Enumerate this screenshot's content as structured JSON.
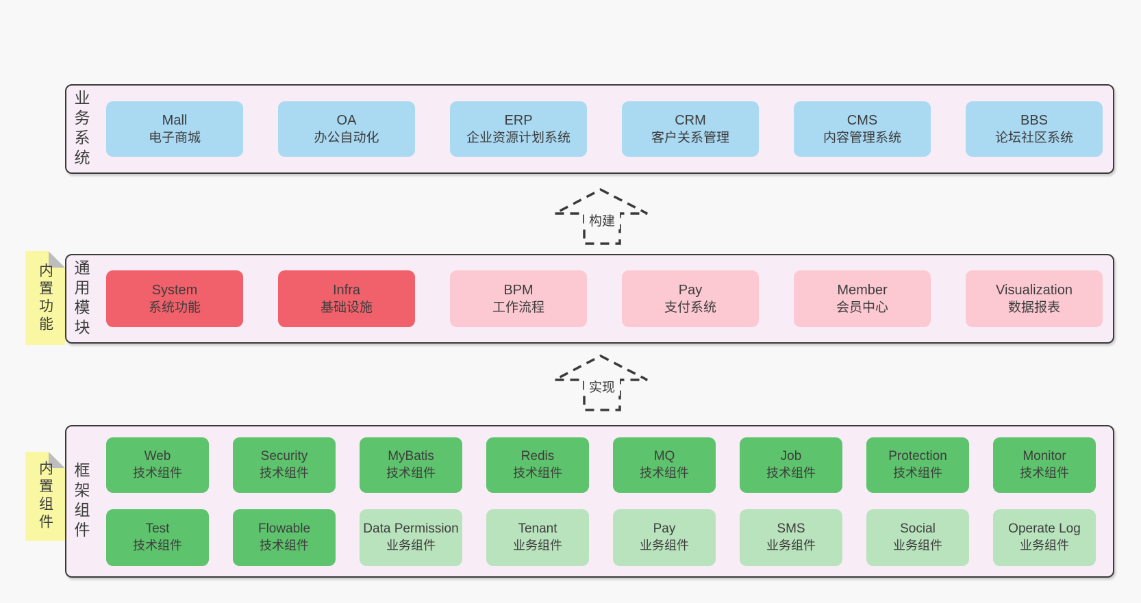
{
  "colors": {
    "canvas_bg": "#f8f8f8",
    "panel_fill": "#f8edf6",
    "panel_border": "#3a3a3a",
    "note_fill": "#f9f7a2",
    "note_fold": "#bdbdbd",
    "text": "#3d3d3d",
    "blue": "#aad9f2",
    "red": "#f1616b",
    "pink": "#fcc9d2",
    "green": "#5dc36c",
    "light_green": "#b9e3bd"
  },
  "panels": [
    {
      "id": "business-systems",
      "side_label": "业务系统",
      "note": null,
      "rows": [
        [
          {
            "title": "Mall",
            "subtitle": "电子商城",
            "variant": "blue"
          },
          {
            "title": "OA",
            "subtitle": "办公自动化",
            "variant": "blue"
          },
          {
            "title": "ERP",
            "subtitle": "企业资源计划系统",
            "variant": "blue"
          },
          {
            "title": "CRM",
            "subtitle": "客户关系管理",
            "variant": "blue"
          },
          {
            "title": "CMS",
            "subtitle": "内容管理系统",
            "variant": "blue"
          },
          {
            "title": "BBS",
            "subtitle": "论坛社区系统",
            "variant": "blue"
          }
        ]
      ]
    },
    {
      "id": "common-modules",
      "side_label": "通用模块",
      "note": "内置功能",
      "rows": [
        [
          {
            "title": "System",
            "subtitle": "系统功能",
            "variant": "red"
          },
          {
            "title": "Infra",
            "subtitle": "基础设施",
            "variant": "red"
          },
          {
            "title": "BPM",
            "subtitle": "工作流程",
            "variant": "pink"
          },
          {
            "title": "Pay",
            "subtitle": "支付系统",
            "variant": "pink"
          },
          {
            "title": "Member",
            "subtitle": "会员中心",
            "variant": "pink"
          },
          {
            "title": "Visualization",
            "subtitle": "数据报表",
            "variant": "pink"
          }
        ]
      ]
    },
    {
      "id": "framework-components",
      "side_label": "框架组件",
      "note": "内置组件",
      "rows": [
        [
          {
            "title": "Web",
            "subtitle": "技术组件",
            "variant": "green"
          },
          {
            "title": "Security",
            "subtitle": "技术组件",
            "variant": "green"
          },
          {
            "title": "MyBatis",
            "subtitle": "技术组件",
            "variant": "green"
          },
          {
            "title": "Redis",
            "subtitle": "技术组件",
            "variant": "green"
          },
          {
            "title": "MQ",
            "subtitle": "技术组件",
            "variant": "green"
          },
          {
            "title": "Job",
            "subtitle": "技术组件",
            "variant": "green"
          },
          {
            "title": "Protection",
            "subtitle": "技术组件",
            "variant": "green"
          },
          {
            "title": "Monitor",
            "subtitle": "技术组件",
            "variant": "green"
          }
        ],
        [
          {
            "title": "Test",
            "subtitle": "技术组件",
            "variant": "green"
          },
          {
            "title": "Flowable",
            "subtitle": "技术组件",
            "variant": "green"
          },
          {
            "title": "Data Permission",
            "subtitle": "业务组件",
            "variant": "lightgreen"
          },
          {
            "title": "Tenant",
            "subtitle": "业务组件",
            "variant": "lightgreen"
          },
          {
            "title": "Pay",
            "subtitle": "业务组件",
            "variant": "lightgreen"
          },
          {
            "title": "SMS",
            "subtitle": "业务组件",
            "variant": "lightgreen"
          },
          {
            "title": "Social",
            "subtitle": "业务组件",
            "variant": "lightgreen"
          },
          {
            "title": "Operate Log",
            "subtitle": "业务组件",
            "variant": "lightgreen"
          }
        ]
      ]
    }
  ],
  "arrows": [
    {
      "id": "build",
      "label": "构建"
    },
    {
      "id": "implement",
      "label": "实现"
    }
  ]
}
